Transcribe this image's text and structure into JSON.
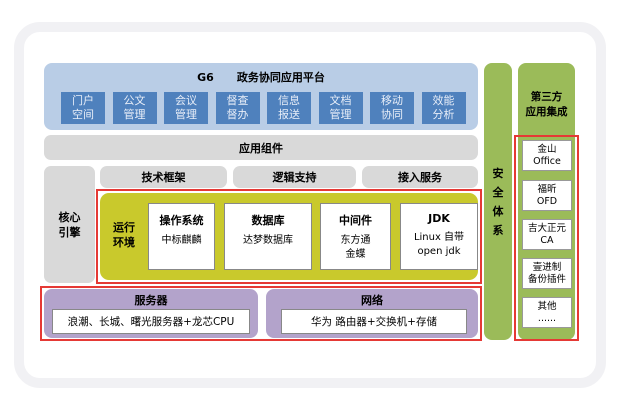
{
  "platform": {
    "code": "G6",
    "title": "政务协同应用平台",
    "modules": [
      "门户\n空间",
      "公文\n管理",
      "会议\n管理",
      "督查\n督办",
      "信息\n报送",
      "文档\n管理",
      "移动\n协同",
      "效能\n分析"
    ]
  },
  "components": "应用组件",
  "core": "核心\n引擎",
  "services": [
    "技术框架",
    "逻辑支持",
    "接入服务"
  ],
  "runtime": {
    "label": "运行\n环境",
    "items": [
      {
        "title": "操作系统",
        "desc": "中标麒麟"
      },
      {
        "title": "数据库",
        "desc": "达梦数据库"
      },
      {
        "title": "中间件",
        "desc": "东方通\n金蝶"
      },
      {
        "title": "JDK",
        "desc": "Linux 自带\nopen jdk"
      }
    ]
  },
  "server": {
    "title": "服务器",
    "desc": "浪潮、长城、曙光服务器+龙芯CPU"
  },
  "network": {
    "title": "网络",
    "desc": "华为 路由器+交换机+存储"
  },
  "security": "安\n全\n体\n系",
  "third_party": {
    "title": "第三方\n应用集成",
    "items": [
      "金山\nOffice",
      "福昕\nOFD",
      "吉大正元\nCA",
      "壹进制\n备份插件",
      "其他\n......"
    ]
  }
}
